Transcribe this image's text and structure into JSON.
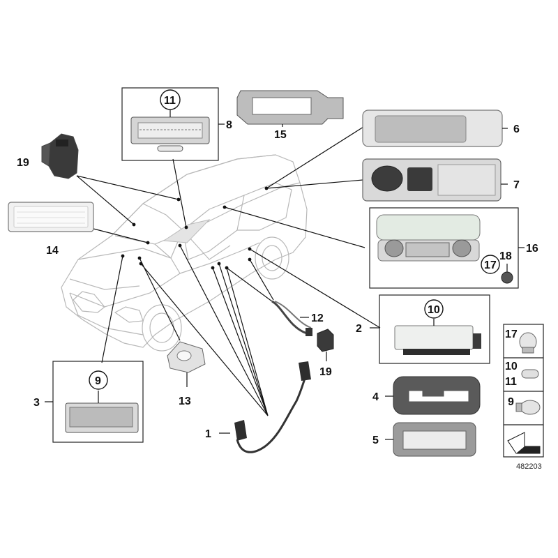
{
  "labels": {
    "p1": "1",
    "p2": "2",
    "p3": "3",
    "p4": "4",
    "p5": "5",
    "p6": "6",
    "p7": "7",
    "p8": "8",
    "p9": "9",
    "p10": "10",
    "p11": "11",
    "p12": "12",
    "p13": "13",
    "p14": "14",
    "p15": "15",
    "p16": "16",
    "p17": "17",
    "p18": "18",
    "p19": "19"
  },
  "legend": {
    "l17": "17",
    "l10": "10",
    "l11": "11",
    "l9": "9"
  },
  "footer": {
    "code": "482203"
  }
}
